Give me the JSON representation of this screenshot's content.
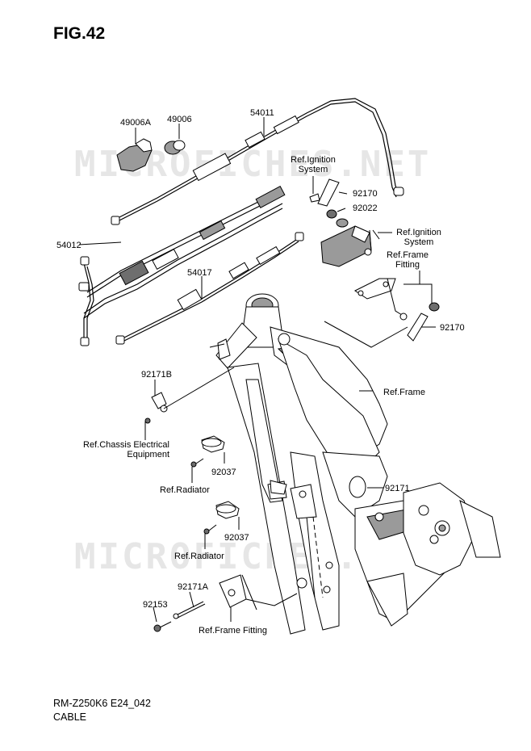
{
  "figure": {
    "title": "FIG.42"
  },
  "watermark": {
    "text": "MICROFICHES.NET"
  },
  "labels": {
    "p49006A": "49006A",
    "p49006": "49006",
    "p54011": "54011",
    "ref_ignition_system_1": "Ref.Ignition\nSystem",
    "p92170_top": "92170",
    "p92022": "92022",
    "ref_ignition_system_2": "Ref.Ignition\nSystem",
    "p54012": "54012",
    "ref_frame_fitting_top": "Ref.Frame\nFitting",
    "p54017": "54017",
    "p92170_right": "92170",
    "p92171B": "92171B",
    "ref_frame": "Ref.Frame",
    "ref_chassis_electrical": "Ref.Chassis Electrical\nEquipment",
    "p92037_upper": "92037",
    "p92171": "92171",
    "ref_radiator_upper": "Ref.Radiator",
    "p92037_lower": "92037",
    "ref_radiator_lower": "Ref.Radiator",
    "p92171A": "92171A",
    "p92153": "92153",
    "ref_frame_fitting_bottom": "Ref.Frame Fitting"
  },
  "footer": {
    "model": "RM-Z250K6 E24_042",
    "section": "CABLE"
  }
}
